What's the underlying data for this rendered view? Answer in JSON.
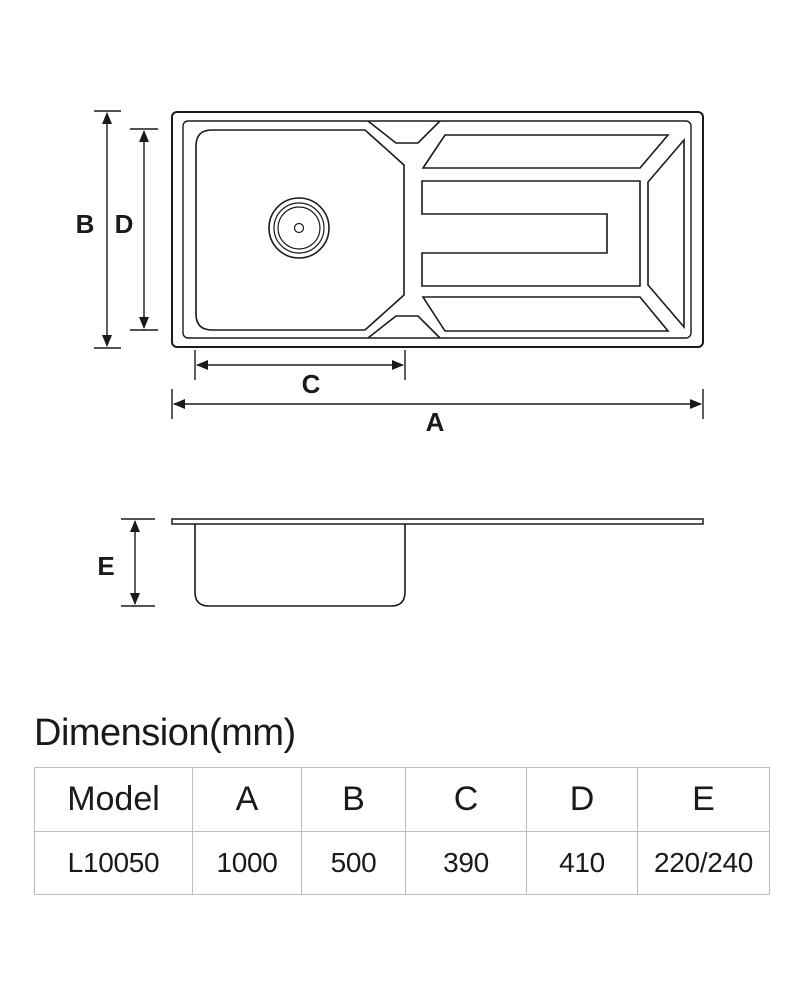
{
  "labels": {
    "A": "A",
    "B": "B",
    "C": "C",
    "D": "D",
    "E": "E"
  },
  "table": {
    "title": "Dimension(mm)",
    "headers": [
      "Model",
      "A",
      "B",
      "C",
      "D",
      "E"
    ],
    "rows": [
      [
        "L10050",
        "1000",
        "500",
        "390",
        "410",
        "220/240"
      ]
    ]
  }
}
